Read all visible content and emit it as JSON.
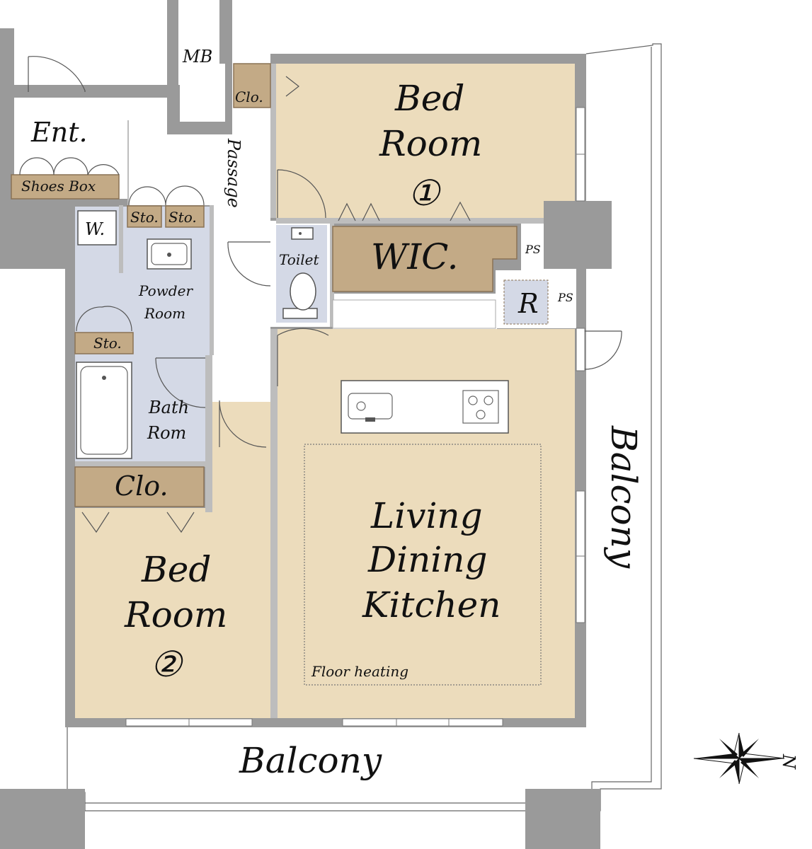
{
  "labels": {
    "mb": "MB",
    "clo_top": "Clo.",
    "bed1_line1": "Bed",
    "bed1_line2": "Room",
    "bed1_num": "①",
    "ent": "Ent.",
    "shoes_box": "Shoes Box",
    "passage": "Passage",
    "sto1": "Sto.",
    "sto2": "Sto.",
    "washer": "W.",
    "toilet": "Toilet",
    "wic": "WIC.",
    "ps1": "PS",
    "ps2": "PS",
    "refrigerator": "R",
    "powder_line1": "Powder",
    "powder_line2": "Room",
    "sto3": "Sto.",
    "bath_line1": "Bath",
    "bath_line2": "Rom",
    "clo_left": "Clo.",
    "ldk_line1": "Living",
    "ldk_line2": "Dining",
    "ldk_line3": "Kitchen",
    "floor_heating": "Floor heating",
    "bed2_line1": "Bed",
    "bed2_line2": "Room",
    "bed2_num": "②",
    "balcony_right": "Balcony",
    "balcony_bottom": "Balcony",
    "north": "N"
  },
  "colors": {
    "room_tan": "#ecdcbc",
    "wet_area_blue": "#d4d9e6",
    "closet_brown": "#c3aa86",
    "wall_gray": "#9a9a9a"
  },
  "icons": [
    "compass-icon",
    "sink-icon",
    "stove-icon",
    "toilet-icon",
    "bathtub-icon",
    "washbasin-icon",
    "washer-icon"
  ]
}
